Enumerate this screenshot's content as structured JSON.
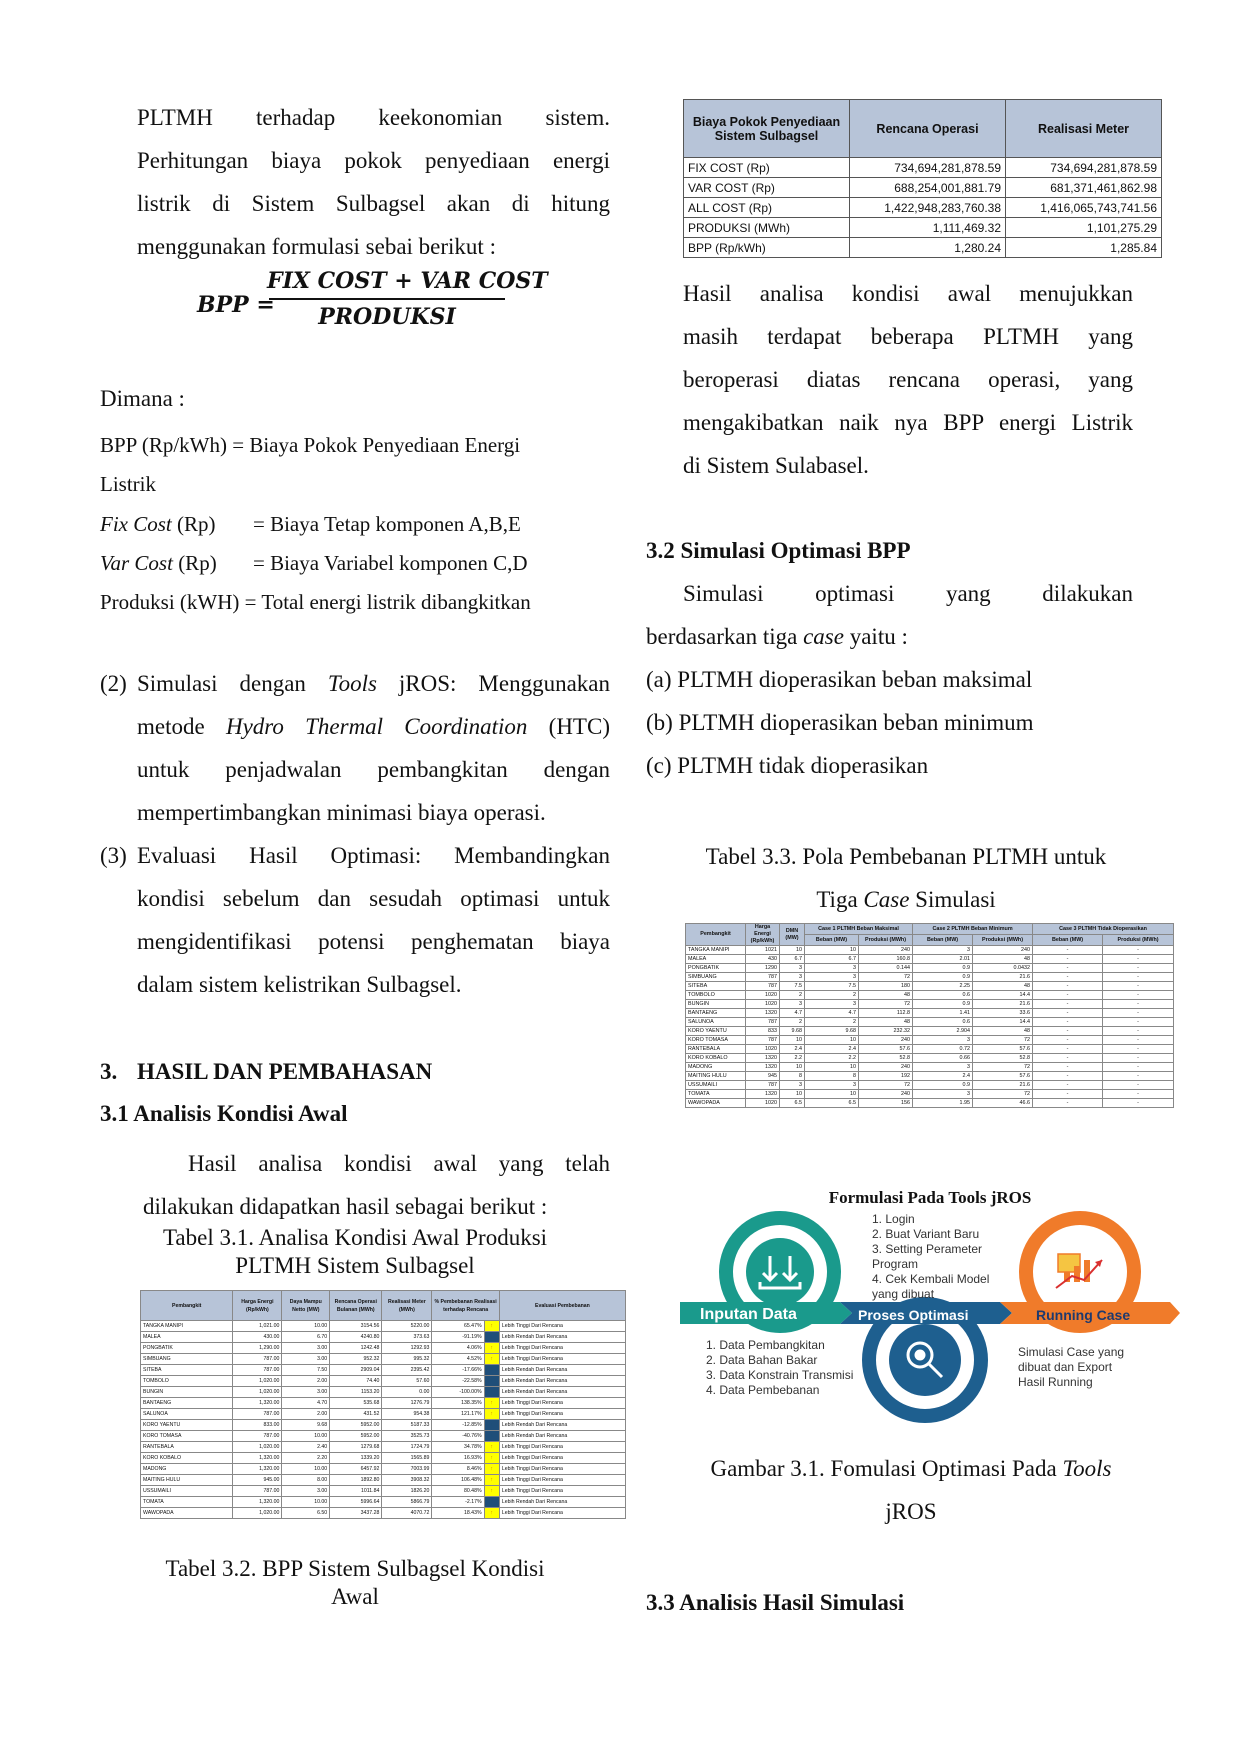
{
  "left_intro": [
    "PLTMH terhadap keekonomian sistem.",
    "Perhitungan biaya pokok penyediaan energi",
    "listrik di Sistem Sulbagsel akan di hitung",
    "menggunakan formulasi sebai berikut :"
  ],
  "formula": {
    "lhs": "BPP =",
    "numerator": "FIX COST  +  VAR COST",
    "denominator": "PRODUKSI"
  },
  "dimana": {
    "title": "Dimana :",
    "bpp_line1": "BPP (Rp/kWh) = Biaya Pokok Penyediaan Energi",
    "bpp_line2": "Listrik",
    "fix_term": "Fix Cost",
    "fix_unit": " (Rp)",
    "fix_def": "= Biaya Tetap komponen A,B,E",
    "var_term": "Var Cost",
    "var_unit": " (Rp)",
    "var_def": "= Biaya Variabel komponen C,D",
    "produksi": "Produksi (kWH) = Total energi listrik dibangkitkan"
  },
  "list2": {
    "num": "(2)",
    "l1a": "Simulasi dengan ",
    "l1b": "Tools",
    "l1c": " jROS: Menggunakan",
    "l2a": "metode ",
    "l2b": "Hydro Thermal Coordination",
    "l2c": " (HTC)",
    "l3": "untuk penjadwalan pembangkitan dengan",
    "l4": "mempertimbangkan minimasi biaya operasi."
  },
  "list3": {
    "num": "(3)",
    "l1": "Evaluasi Hasil Optimasi: Membandingkan",
    "l2": "kondisi sebelum dan sesudah optimasi untuk",
    "l3": "mengidentifikasi potensi penghematan biaya",
    "l4": "dalam sistem kelistrikan Sulbagsel."
  },
  "section3": {
    "num": "3.",
    "title": "HASIL DAN PEMBAHASAN"
  },
  "section31": {
    "title": "3.1 Analisis Kondisi Awal",
    "p1": "Hasil analisa kondisi awal yang telah",
    "p2": "dilakukan didapatkan hasil sebagai berikut :"
  },
  "table31": {
    "caption1": "Tabel 3.1. Analisa Kondisi Awal Produksi",
    "caption2": "PLTMH Sistem Sulbagsel",
    "headers": [
      "Pembangkit",
      "Harga Energi (Rp/kWh)",
      "Daya Mampu Netto (MW)",
      "Rencana Operasi Bulanan (MWh)",
      "Realisasi Meter (MWh)",
      "% Pembebanan Realisasi terhadap Rencana",
      "",
      "Evaluasi Pembebanan"
    ],
    "rows": [
      [
        "TANGKA MANIPI",
        "1,021.00",
        "10.00",
        "3154.56",
        "5220.00",
        "65.47%",
        "up",
        "Lebih Tinggi Dari Rencana"
      ],
      [
        "MALEA",
        "430.00",
        "6.70",
        "4240.80",
        "373.63",
        "-91.19%",
        "down",
        "Lebih Rendah Dari Rencana"
      ],
      [
        "PONGBATIK",
        "1,290.00",
        "3.00",
        "1242.48",
        "1292.93",
        "4.06%",
        "up",
        "Lebih Tinggi Dari Rencana"
      ],
      [
        "SIMBUANG",
        "787.00",
        "3.00",
        "952.32",
        "995.32",
        "4.52%",
        "up",
        "Lebih Tinggi Dari Rencana"
      ],
      [
        "SITEBA",
        "787.00",
        "7.50",
        "2909.04",
        "2395.42",
        "-17.66%",
        "down",
        "Lebih Rendah Dari Rencana"
      ],
      [
        "TOMBOLO",
        "1,020.00",
        "2.00",
        "74.40",
        "57.60",
        "-22.58%",
        "down",
        "Lebih Rendah Dari Rencana"
      ],
      [
        "BUNGIN",
        "1,020.00",
        "3.00",
        "1153.20",
        "0.00",
        "-100.00%",
        "down",
        "Lebih Rendah Dari Rencana"
      ],
      [
        "BANTAENG",
        "1,320.00",
        "4.70",
        "535.68",
        "1276.79",
        "138.35%",
        "up",
        "Lebih Tinggi Dari Rencana"
      ],
      [
        "SALUNOA",
        "787.00",
        "2.00",
        "431.52",
        "954.38",
        "121.17%",
        "up",
        "Lebih Tinggi Dari Rencana"
      ],
      [
        "KORO YAENTU",
        "833.00",
        "9.68",
        "5952.00",
        "5187.33",
        "-12.85%",
        "down",
        "Lebih Rendah Dari Rencana"
      ],
      [
        "KORO TOMASA",
        "787.00",
        "10.00",
        "5952.00",
        "3525.73",
        "-40.76%",
        "down",
        "Lebih Rendah Dari Rencana"
      ],
      [
        "RANTEBALA",
        "1,020.00",
        "2.40",
        "1279.68",
        "1724.79",
        "34.78%",
        "up",
        "Lebih Tinggi Dari Rencana"
      ],
      [
        "KORO KOBALO",
        "1,320.00",
        "2.20",
        "1339.20",
        "1565.89",
        "16.93%",
        "up",
        "Lebih Tinggi Dari Rencana"
      ],
      [
        "MADONG",
        "1,320.00",
        "10.00",
        "6457.92",
        "7003.99",
        "8.46%",
        "up",
        "Lebih Tinggi Dari Rencana"
      ],
      [
        "MAITING HULU",
        "945.00",
        "8.00",
        "1892.80",
        "3908.32",
        "106.48%",
        "up",
        "Lebih Tinggi Dari Rencana"
      ],
      [
        "USSUMAILI",
        "787.00",
        "3.00",
        "1011.84",
        "1826.20",
        "80.48%",
        "up",
        "Lebih Tinggi Dari Rencana"
      ],
      [
        "TOMATA",
        "1,320.00",
        "10.00",
        "5996.64",
        "5866.79",
        "-2.17%",
        "down",
        "Lebih Rendah Dari Rencana"
      ],
      [
        "WAWOPADA",
        "1,020.00",
        "6.50",
        "3437.28",
        "4070.72",
        "18.43%",
        "up",
        "Lebih Tinggi Dari Rencana"
      ]
    ]
  },
  "table32": {
    "caption1": "Tabel 3.2. BPP Sistem Sulbagsel Kondisi",
    "caption2": "Awal",
    "headers": [
      "Biaya Pokok Penyediaan Sistem Sulbagsel",
      "Rencana Operasi",
      "Realisasi Meter"
    ],
    "rows": [
      [
        "FIX COST (Rp)",
        "734,694,281,878.59",
        "734,694,281,878.59"
      ],
      [
        "VAR COST (Rp)",
        "688,254,001,881.79",
        "681,371,461,862.98"
      ],
      [
        "ALL COST (Rp)",
        "1,422,948,283,760.38",
        "1,416,065,743,741.56"
      ],
      [
        "PRODUKSI (MWh)",
        "1,111,469.32",
        "1,101,275.29"
      ],
      [
        "BPP (Rp/kWh)",
        "1,280.24",
        "1,285.84"
      ]
    ]
  },
  "right_p1": [
    "Hasil analisa kondisi awal menujukkan",
    "masih terdapat beberapa PLTMH yang",
    "beroperasi diatas rencana operasi, yang",
    "mengakibatkan naik nya BPP energi Listrik",
    "di Sistem Sulabasel."
  ],
  "section32": {
    "title": "3.2 Simulasi Optimasi BPP",
    "p1": "Simulasi optimasi yang dilakukan",
    "p2a": "berdasarkan tiga ",
    "p2b": "case",
    "p2c": " yaitu :",
    "cases": [
      {
        "num": "(a)",
        "text": "PLTMH dioperasikan beban maksimal"
      },
      {
        "num": "(b)",
        "text": "PLTMH dioperasikan beban minimum"
      },
      {
        "num": "(c)",
        "text": "PLTMH tidak dioperasikan"
      }
    ]
  },
  "table33": {
    "caption1": "Tabel 3.3. Pola Pembebanan PLTMH untuk",
    "caption2a": "Tiga ",
    "caption2b": "Case",
    "caption2c": " Simulasi",
    "head_top": [
      "Pembangkit",
      "Harga Energi (Rp/kWh)",
      "DMN (MW)",
      "Case 1 PLTMH Beban Maksimal",
      "Case 2 PLTMH Beban Minimum",
      "Case 3 PLTMH Tidak Dioperasikan"
    ],
    "head_sub": [
      "Beban (MW)",
      "Produksi (MWh)",
      "Beban (MW)",
      "Produksi (MWh)",
      "Beban (MW)",
      "Produksi (MWh)"
    ],
    "rows": [
      [
        "TANGKA MANIPI",
        "1021",
        "10",
        "10",
        "240",
        "3",
        "240",
        "-",
        "-"
      ],
      [
        "MALEA",
        "430",
        "6.7",
        "6.7",
        "160.8",
        "2.01",
        "48",
        "-",
        "-"
      ],
      [
        "PONGBATIK",
        "1290",
        "3",
        "3",
        "0.144",
        "0.9",
        "0.0432",
        "-",
        "-"
      ],
      [
        "SIMBUANG",
        "787",
        "3",
        "3",
        "72",
        "0.9",
        "21.6",
        "-",
        "-"
      ],
      [
        "SITEBA",
        "787",
        "7.5",
        "7.5",
        "180",
        "2.25",
        "48",
        "-",
        "-"
      ],
      [
        "TOMBOLO",
        "1020",
        "2",
        "2",
        "48",
        "0.6",
        "14.4",
        "-",
        "-"
      ],
      [
        "BUNGIN",
        "1020",
        "3",
        "3",
        "72",
        "0.9",
        "21.6",
        "-",
        "-"
      ],
      [
        "BANTAENG",
        "1320",
        "4.7",
        "4.7",
        "112.8",
        "1.41",
        "33.6",
        "-",
        "-"
      ],
      [
        "SALUNOA",
        "787",
        "2",
        "2",
        "48",
        "0.6",
        "14.4",
        "-",
        "-"
      ],
      [
        "KORO YAENTU",
        "833",
        "9.68",
        "9.68",
        "232.32",
        "2.904",
        "48",
        "-",
        "-"
      ],
      [
        "KORO TOMASA",
        "787",
        "10",
        "10",
        "240",
        "3",
        "72",
        "-",
        "-"
      ],
      [
        "RANTEBALA",
        "1020",
        "2.4",
        "2.4",
        "57.6",
        "0.72",
        "57.6",
        "-",
        "-"
      ],
      [
        "KORO KOBALO",
        "1320",
        "2.2",
        "2.2",
        "52.8",
        "0.66",
        "52.8",
        "-",
        "-"
      ],
      [
        "MADONG",
        "1320",
        "10",
        "10",
        "240",
        "3",
        "72",
        "-",
        "-"
      ],
      [
        "MAITING HULU",
        "945",
        "8",
        "8",
        "192",
        "2.4",
        "57.6",
        "-",
        "-"
      ],
      [
        "USSUMAILI",
        "787",
        "3",
        "3",
        "72",
        "0.9",
        "21.6",
        "-",
        "-"
      ],
      [
        "TOMATA",
        "1320",
        "10",
        "10",
        "240",
        "3",
        "72",
        "-",
        "-"
      ],
      [
        "WAWOPADA",
        "1020",
        "6.5",
        "6.5",
        "156",
        "1.95",
        "46.6",
        "-",
        "-"
      ]
    ]
  },
  "figure": {
    "title": "Formulasi Pada Tools jROS",
    "steps": [
      "1. Login",
      "2. Buat Variant Baru",
      "3. Setting Perameter Program",
      "4. Cek Kembali Model yang dibuat"
    ],
    "band": [
      "Inputan Data",
      "Proses Optimasi",
      "Running Case"
    ],
    "input_items": [
      "1. Data Pembangkitan",
      "2. Data Bahan Bakar",
      "3. Data Konstrain Transmisi",
      "4. Data Pembebanan"
    ],
    "running_text": [
      "Simulasi Case yang",
      "dibuat dan Export",
      "Hasil Running"
    ],
    "caption1a": "Gambar 3.1. Fomulasi Optimasi Pada ",
    "caption1b": "Tools",
    "caption2": "jROS",
    "colors": {
      "teal": "#1a9a8c",
      "blue": "#1e5f8f",
      "orange": "#f07b2a",
      "navy": "#1e3a6e"
    }
  },
  "section33": {
    "title": "3.3 Analisis Hasil Simulasi"
  }
}
